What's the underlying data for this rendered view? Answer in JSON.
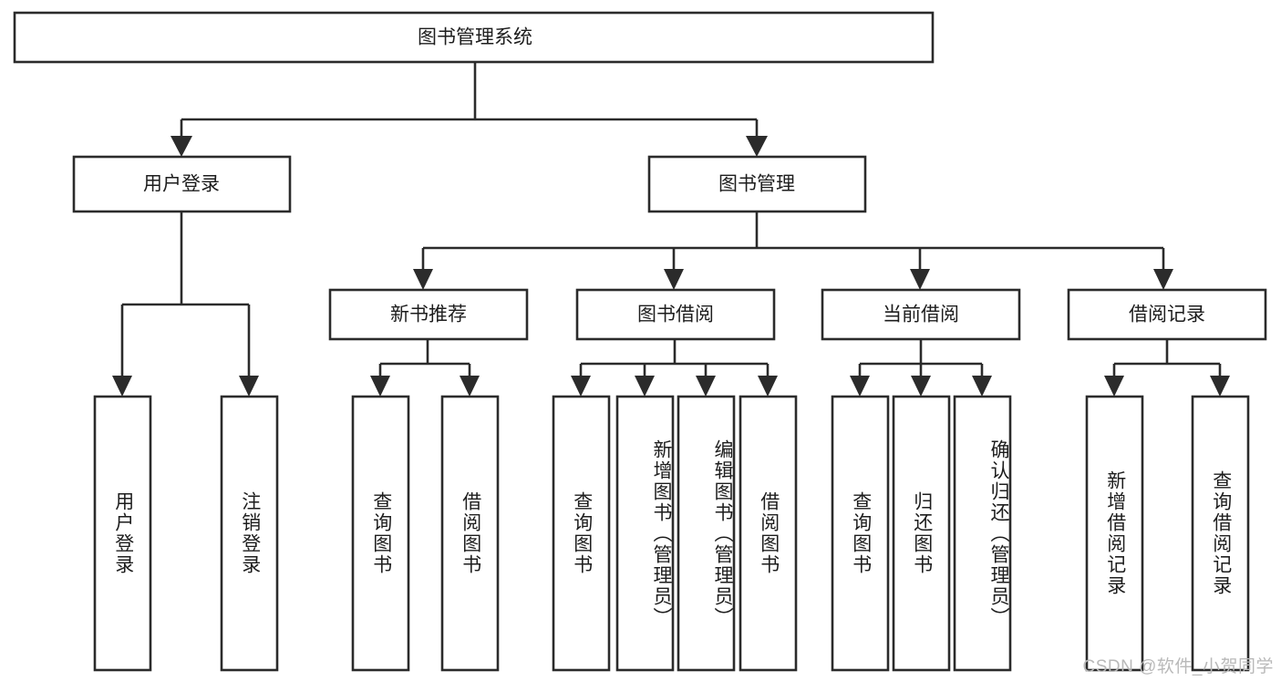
{
  "diagram": {
    "type": "tree",
    "title": "图书管理系统",
    "root": {
      "id": "root",
      "label": "图书管理系统"
    },
    "level1": [
      {
        "id": "user-login",
        "label": "用户登录"
      },
      {
        "id": "book-manage",
        "label": "图书管理"
      }
    ],
    "level2": [
      {
        "id": "new-book-recommend",
        "label": "新书推荐",
        "parent": "book-manage"
      },
      {
        "id": "book-borrow",
        "label": "图书借阅",
        "parent": "book-manage"
      },
      {
        "id": "current-borrow",
        "label": "当前借阅",
        "parent": "book-manage"
      },
      {
        "id": "borrow-record",
        "label": "借阅记录",
        "parent": "book-manage"
      }
    ],
    "leaves": {
      "user-login": [
        {
          "id": "leaf-user-login",
          "label": "用户登录"
        },
        {
          "id": "leaf-logout",
          "label": "注销登录"
        }
      ],
      "new-book-recommend": [
        {
          "id": "leaf-query-book-1",
          "label": "查询图书"
        },
        {
          "id": "leaf-borrow-book-1",
          "label": "借阅图书"
        }
      ],
      "book-borrow": [
        {
          "id": "leaf-query-book-2",
          "label": "查询图书"
        },
        {
          "id": "leaf-add-book",
          "label": "新增图书（管理员）"
        },
        {
          "id": "leaf-edit-book",
          "label": "编辑图书（管理员）"
        },
        {
          "id": "leaf-borrow-book-2",
          "label": "借阅图书"
        }
      ],
      "current-borrow": [
        {
          "id": "leaf-query-book-3",
          "label": "查询图书"
        },
        {
          "id": "leaf-return-book",
          "label": "归还图书"
        },
        {
          "id": "leaf-confirm-return",
          "label": "确认归还（管理员）"
        }
      ],
      "borrow-record": [
        {
          "id": "leaf-add-record",
          "label": "新增借阅记录"
        },
        {
          "id": "leaf-query-record",
          "label": "查询借阅记录"
        }
      ]
    },
    "colors": {
      "stroke": "#2b2b2b",
      "fill": "#ffffff",
      "text": "#1d1d1d",
      "watermark": "#b9b9b9"
    }
  },
  "watermark": {
    "text": "CSDN @软件_小贺同学"
  }
}
